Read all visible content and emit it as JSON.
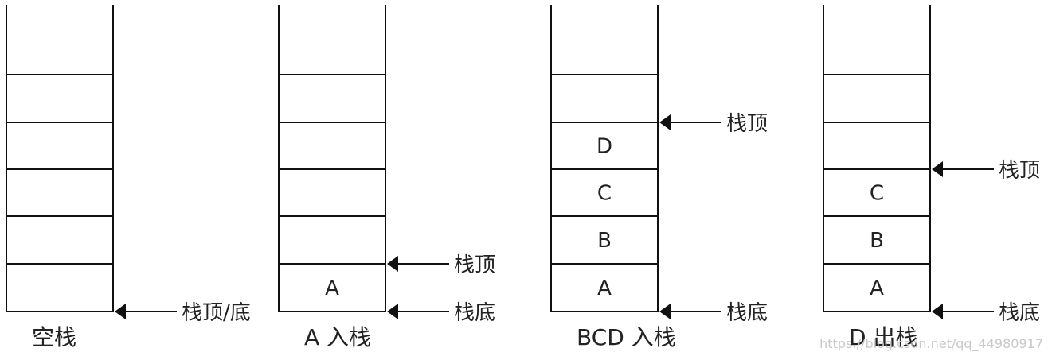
{
  "stacks": [
    {
      "caption": "空栈",
      "cells": [
        "",
        "",
        "",
        "",
        "",
        ""
      ],
      "pointers": [
        {
          "label": "栈顶/底",
          "level": 0
        }
      ]
    },
    {
      "caption": "A 入栈",
      "cells": [
        "",
        "",
        "",
        "",
        "",
        "A"
      ],
      "pointers": [
        {
          "label": "栈顶",
          "level": 1
        },
        {
          "label": "栈底",
          "level": 0
        }
      ]
    },
    {
      "caption": "BCD 入栈",
      "cells": [
        "",
        "",
        "D",
        "C",
        "B",
        "A"
      ],
      "pointers": [
        {
          "label": "栈顶",
          "level": 4
        },
        {
          "label": "栈底",
          "level": 0
        }
      ]
    },
    {
      "caption": "D 出栈",
      "cells": [
        "",
        "",
        "",
        "C",
        "B",
        "A"
      ],
      "pointers": [
        {
          "label": "栈顶",
          "level": 3
        },
        {
          "label": "栈底",
          "level": 0
        }
      ]
    }
  ],
  "watermark": "https://blog.csdn.net/qq_44980917",
  "colors": {
    "line": "#111111",
    "text": "#222222",
    "watermark": "#c8c8c8"
  }
}
